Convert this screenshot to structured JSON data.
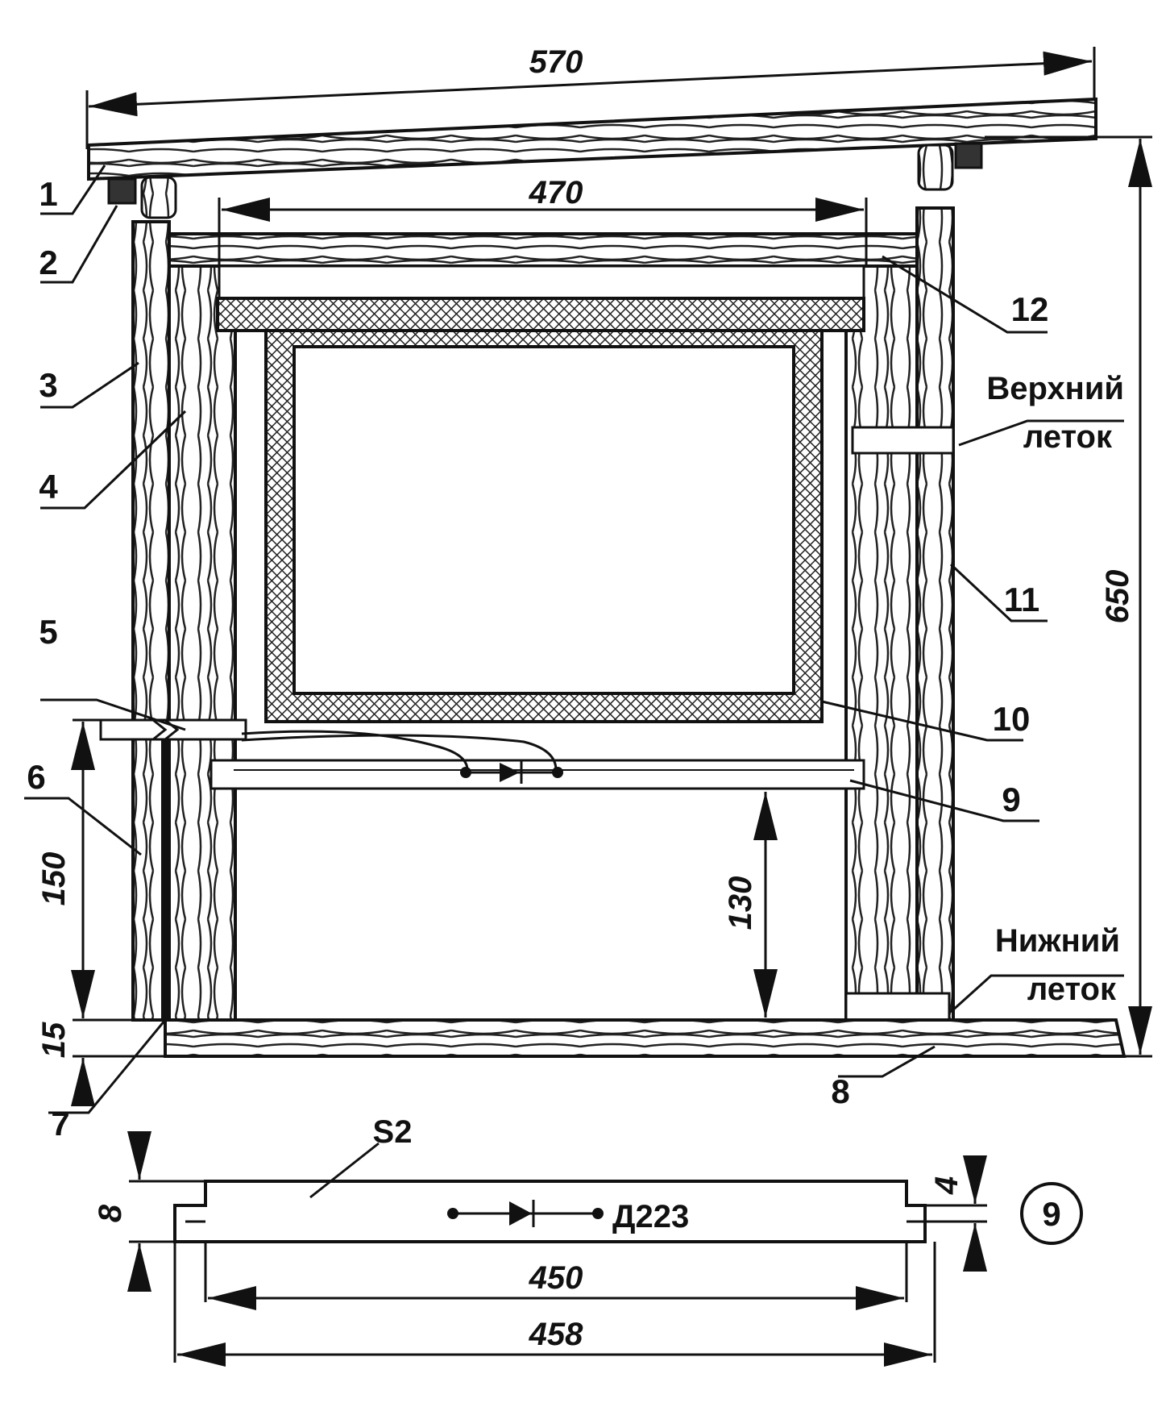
{
  "dimensions": {
    "roof_length": "570",
    "inner_width": "470",
    "height_total": "650",
    "entrance_height": "150",
    "bottom_thickness": "15",
    "lower_space": "130",
    "part9_width_inner": "450",
    "part9_width_outer": "458",
    "part9_thickness": "8",
    "part9_tongue": "4"
  },
  "callouts": [
    "1",
    "2",
    "3",
    "4",
    "5",
    "6",
    "7",
    "8",
    "9",
    "10",
    "11",
    "12"
  ],
  "labels": {
    "upper_entrance_line1": "Верхний",
    "upper_entrance_line2": "леток",
    "lower_entrance_line1": "Нижний",
    "lower_entrance_line2": "леток",
    "switch": "S2",
    "diode": "Д223",
    "detail_number": "9"
  },
  "colors": {
    "ink": "#111111",
    "paper": "#ffffff",
    "mesh": "#222222"
  }
}
